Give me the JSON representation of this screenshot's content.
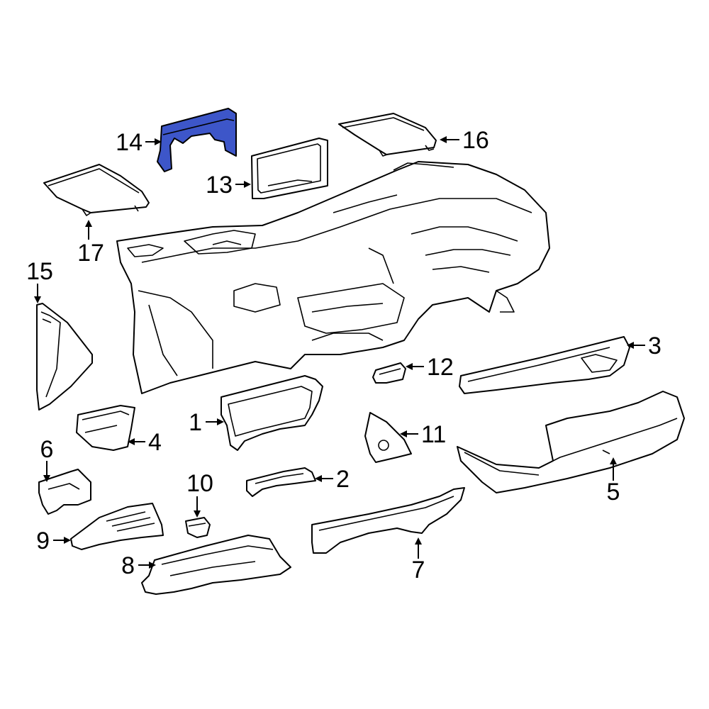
{
  "diagram": {
    "highlight_color": "#3d56c9",
    "line_color": "#000000",
    "background": "#ffffff",
    "highlighted_callout": "14",
    "callouts": [
      "1",
      "2",
      "3",
      "4",
      "5",
      "6",
      "7",
      "8",
      "9",
      "10",
      "11",
      "12",
      "13",
      "14",
      "15",
      "16",
      "17"
    ]
  }
}
